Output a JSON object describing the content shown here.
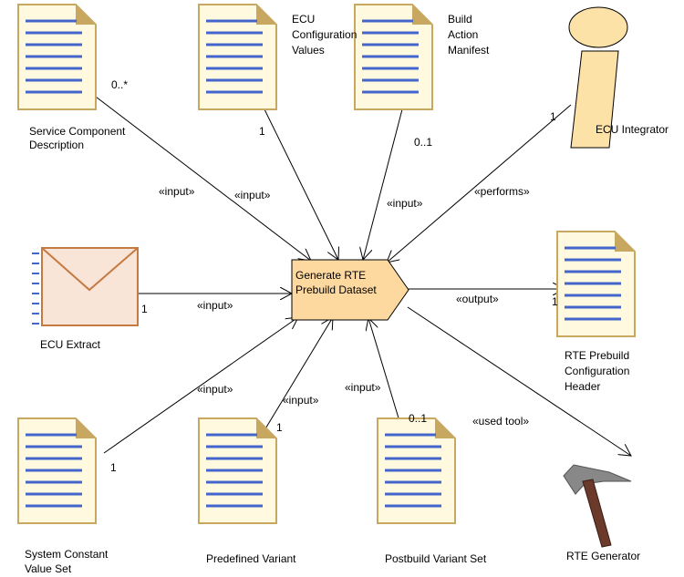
{
  "task": {
    "label_line1": "Generate RTE",
    "label_line2": "Prebuild Dataset"
  },
  "artifacts": {
    "service_component": "Service Component Description",
    "ecu_config_values_1": "ECU",
    "ecu_config_values_2": "Configuration",
    "ecu_config_values_3": "Values",
    "build_action_1": "Build",
    "build_action_2": "Action",
    "build_action_3": "Manifest",
    "ecu_extract": "ECU Extract",
    "rte_header_1": "RTE Prebuild",
    "rte_header_2": "Configuration",
    "rte_header_3": "Header",
    "system_constant_1": "System Constant",
    "system_constant_2": "Value Set",
    "predefined_variant": "Predefined Variant",
    "postbuild_variant": "Postbuild Variant Set"
  },
  "roles": {
    "ecu_integrator": "ECU Integrator"
  },
  "tools": {
    "rte_generator": "RTE Generator"
  },
  "relations": {
    "input_service": "«input»",
    "input_ecu_values": "«input»",
    "input_build": "«input»",
    "performs": "«performs»",
    "input_extract": "«input»",
    "output": "«output»",
    "input_system_constant": "«input»",
    "input_predefined": "«input»",
    "input_postbuild": "«input»",
    "used_tool": "«used tool»"
  },
  "multiplicities": {
    "service": "0..*",
    "ecu_values": "1",
    "build": "0..1",
    "integrator": "1",
    "extract": "1",
    "output": "1",
    "system_constant": "1",
    "predefined": "1",
    "postbuild": "0..1"
  },
  "colors": {
    "document_fill": "#fff9e0",
    "document_border": "#c8a860",
    "document_lines": "#4466cc",
    "task_fill": "#fdd9a0",
    "envelope_fill": "#f9e4d8",
    "envelope_border": "#c47a40",
    "role_fill": "#fde2a8",
    "hammer_head": "#888888",
    "hammer_handle": "#6b3a2a"
  }
}
